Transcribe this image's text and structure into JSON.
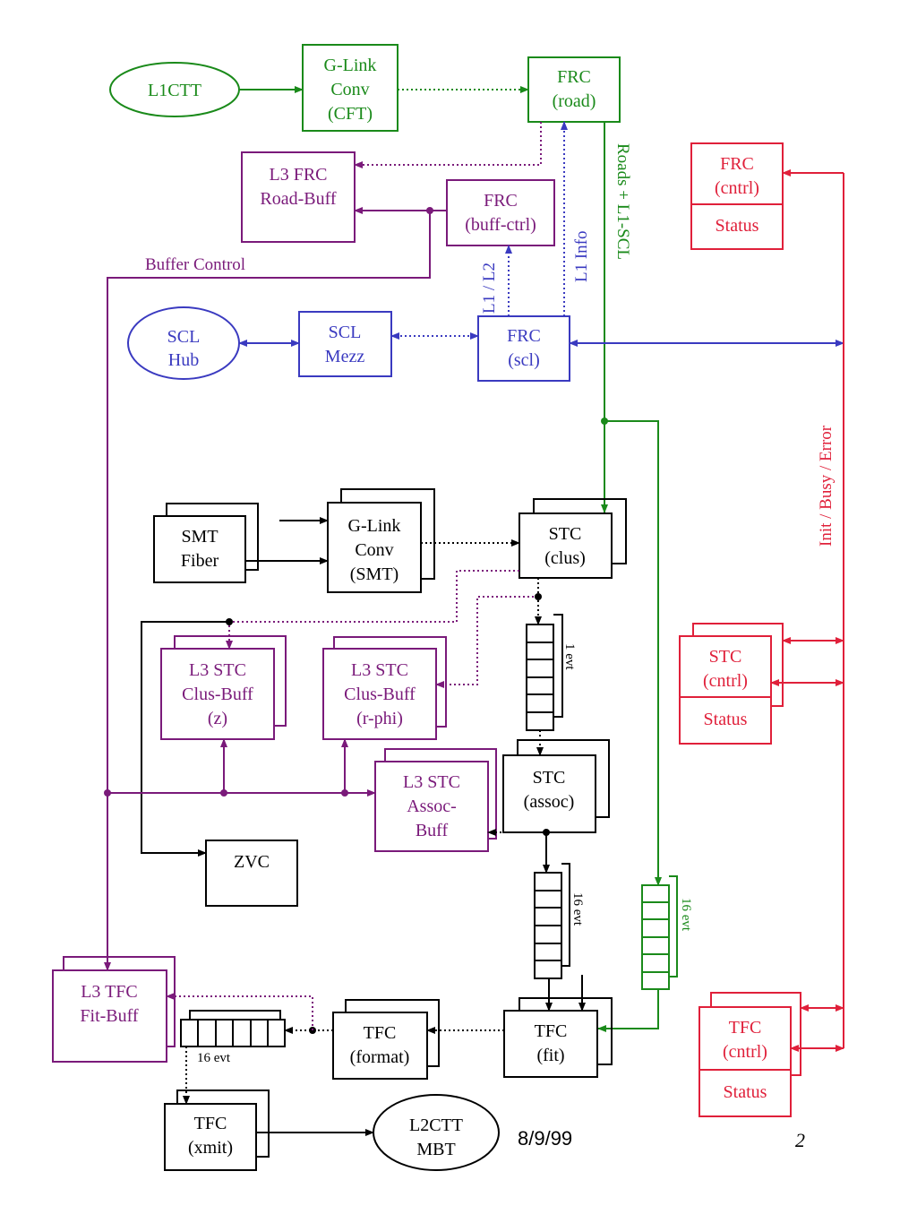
{
  "colors": {
    "green": "#1a8a1a",
    "purple": "#7a1a7a",
    "blue": "#3a3ac0",
    "red": "#e0203a",
    "black": "#000000"
  },
  "blocks": {
    "l1ctt": {
      "line1": "L1CTT"
    },
    "glink_cft": {
      "line1": "G-Link",
      "line2": "Conv",
      "line3": "(CFT)"
    },
    "frc_road": {
      "line1": "FRC",
      "line2": "(road)"
    },
    "l3_frc_road_buff": {
      "line1": "L3 FRC",
      "line2": "Road-Buff"
    },
    "frc_buff_ctrl": {
      "line1": "FRC",
      "line2": "(buff-ctrl)"
    },
    "scl_hub": {
      "line1": "SCL",
      "line2": "Hub"
    },
    "scl_mezz": {
      "line1": "SCL",
      "line2": "Mezz"
    },
    "frc_scl": {
      "line1": "FRC",
      "line2": "(scl)"
    },
    "frc_cntrl": {
      "line1": "FRC",
      "line2": "(cntrl)",
      "status": "Status"
    },
    "smt_fiber": {
      "line1": "SMT",
      "line2": "Fiber"
    },
    "glink_smt": {
      "line1": "G-Link",
      "line2": "Conv",
      "line3": "(SMT)"
    },
    "stc_clus": {
      "line1": "STC",
      "line2": "(clus)"
    },
    "l3_stc_clus_z": {
      "line1": "L3 STC",
      "line2": "Clus-Buff",
      "line3": "(z)"
    },
    "l3_stc_clus_rphi": {
      "line1": "L3 STC",
      "line2": "Clus-Buff",
      "line3": "(r-phi)"
    },
    "stc_cntrl": {
      "line1": "STC",
      "line2": "(cntrl)",
      "status": "Status"
    },
    "l3_stc_assoc": {
      "line1": "L3 STC",
      "line2": "Assoc-",
      "line3": "Buff"
    },
    "stc_assoc": {
      "line1": "STC",
      "line2": "(assoc)"
    },
    "zvc": {
      "line1": "ZVC"
    },
    "l3_tfc_fit": {
      "line1": "L3 TFC",
      "line2": "Fit-Buff"
    },
    "tfc_format": {
      "line1": "TFC",
      "line2": "(format)"
    },
    "tfc_fit": {
      "line1": "TFC",
      "line2": "(fit)"
    },
    "tfc_cntrl": {
      "line1": "TFC",
      "line2": "(cntrl)",
      "status": "Status"
    },
    "tfc_xmit": {
      "line1": "TFC",
      "line2": "(xmit)"
    },
    "l2ctt_mbt": {
      "line1": "L2CTT",
      "line2": "MBT"
    }
  },
  "labels": {
    "roads_l1scl": "Roads + L1-SCL",
    "l1_info": "L1 Info",
    "l1_l2": "L1 / L2",
    "buffer_control": "Buffer Control",
    "init_busy_error": "Init / Busy / Error",
    "fifo_1evt": "1 evt",
    "fifo_16evt_black": "16 evt",
    "fifo_16evt_green": "16 evt",
    "fifo_16evt_horiz": "16 evt"
  },
  "footer": {
    "date": "8/9/99",
    "page_number": "2"
  }
}
